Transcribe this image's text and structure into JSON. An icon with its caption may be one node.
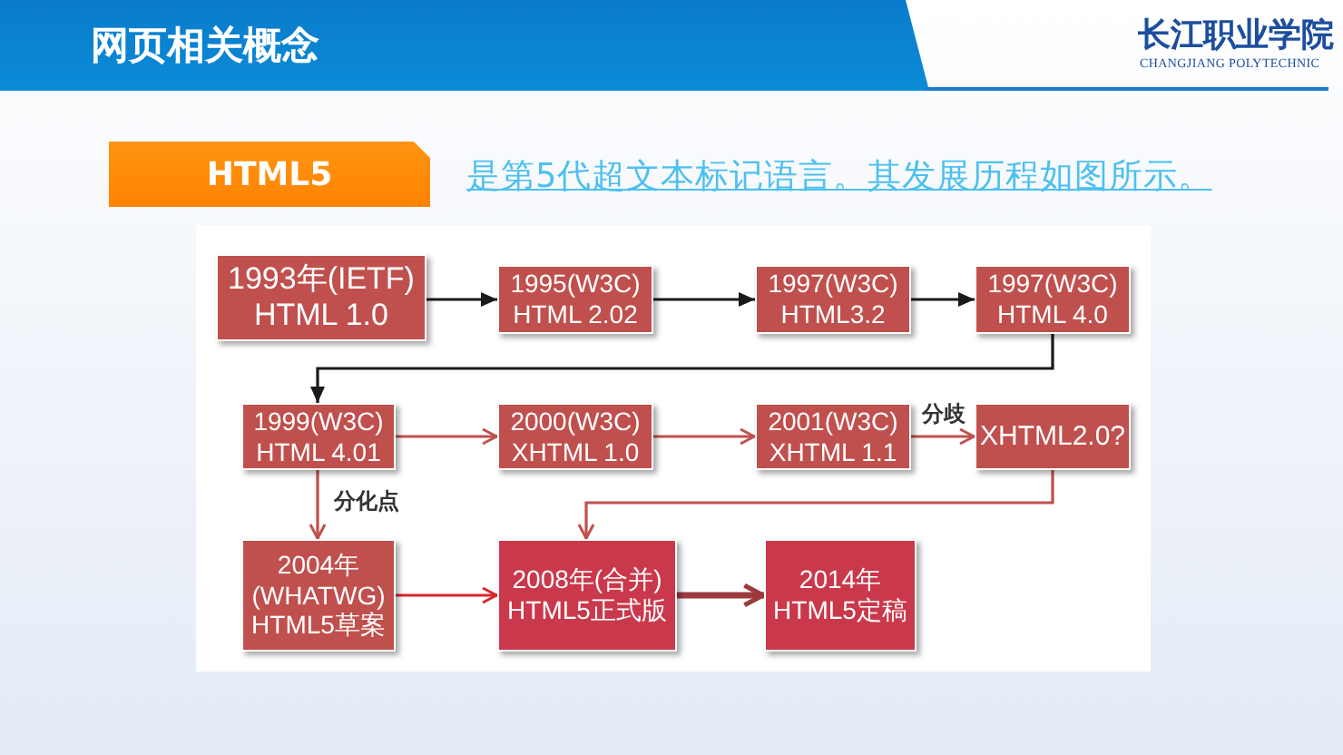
{
  "diagram": {
    "title": "网页相关概念",
    "nodes": [
      {
        "text": [
          "HTML5"
        ],
        "beside": [
          "是第5代超文本标记语言。其发展历程如图所示。"
        ]
      },
      {
        "text": [
          "1993年(IETF) HTML 1.0"
        ]
      },
      {
        "text": [
          "1995(W3C) HTML 2.02"
        ]
      },
      {
        "text": [
          "1997(W3C) HTML3.2"
        ]
      },
      {
        "text": [
          "1997(W3C) HTML 4.0"
        ]
      },
      {
        "text": [
          "1999(W3C) HTML 4.01"
        ]
      },
      {
        "text": [
          "2000(W3C) XHTML 1.0"
        ]
      },
      {
        "text": [
          "2001(W3C) XHTML 1.1"
        ]
      },
      {
        "text": [
          "XHTML2.0?"
        ]
      },
      {
        "text": [
          "2004年 (WHATWG) HTML5草案"
        ]
      },
      {
        "text": [
          "2008年(合并) HTML5正式版"
        ]
      },
      {
        "text": [
          "2014年 HTML5定稿"
        ]
      }
    ],
    "edges": [
      {
        "from": 1,
        "to": 2,
        "arrow": "to",
        "color": "#1a1a1a"
      },
      {
        "from": 2,
        "to": 3,
        "arrow": "to",
        "color": "#1a1a1a"
      },
      {
        "from": 3,
        "to": 4,
        "arrow": "to",
        "color": "#1a1a1a"
      },
      {
        "from": 4,
        "to": 5,
        "arrow": "to",
        "color": "#1a1a1a"
      },
      {
        "from": 5,
        "to": 6,
        "arrow": "to"
      },
      {
        "from": 6,
        "to": 7,
        "arrow": "to"
      },
      {
        "from": 7,
        "to": 8,
        "arrow": "to",
        "label": "分歧"
      },
      {
        "from": 5,
        "to": 9,
        "arrow": "to",
        "label": "分化点"
      },
      {
        "from": 8,
        "to": 10,
        "arrow": "to"
      },
      {
        "from": 9,
        "to": 10,
        "arrow": "to",
        "color": "#d8262b"
      },
      {
        "from": 10,
        "to": 11,
        "arrow": "to",
        "style": "thick",
        "color": "#9c3a3e"
      }
    ],
    "labels": [
      "长江职业学院",
      "CHANGJIANG POLYTECHNIC"
    ]
  }
}
